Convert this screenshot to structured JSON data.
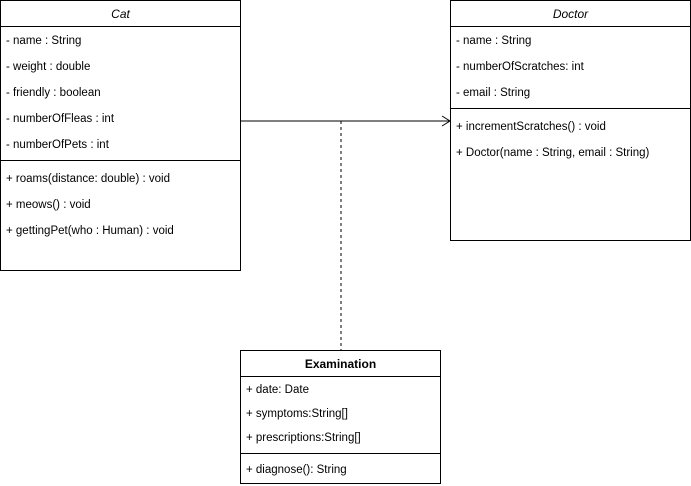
{
  "classes": {
    "cat": {
      "name": "Cat",
      "attributes": [
        "- name : String",
        "- weight : double",
        "- friendly : boolean",
        "- numberOfFleas : int",
        "- numberOfPets : int"
      ],
      "methods": [
        "+ roams(distance: double) : void",
        "+ meows() : void",
        "+ gettingPet(who : Human) : void"
      ]
    },
    "doctor": {
      "name": "Doctor",
      "attributes": [
        "- name : String",
        "- numberOfScratches: int",
        "- email : String"
      ],
      "methods": [
        "+ incrementScratches() : void",
        "+ Doctor(name : String, email : String)"
      ]
    },
    "examination": {
      "name": "Examination",
      "attributes": [
        "+ date: Date",
        "+ symptoms:String[]",
        "+ prescriptions:String[]"
      ],
      "methods": [
        "+ diagnose(): String"
      ]
    }
  },
  "relations": {
    "association": {
      "from": "Cat",
      "to": "Doctor",
      "arrow": "open"
    },
    "association_class": {
      "class": "Examination",
      "line_style": "dashed"
    }
  }
}
